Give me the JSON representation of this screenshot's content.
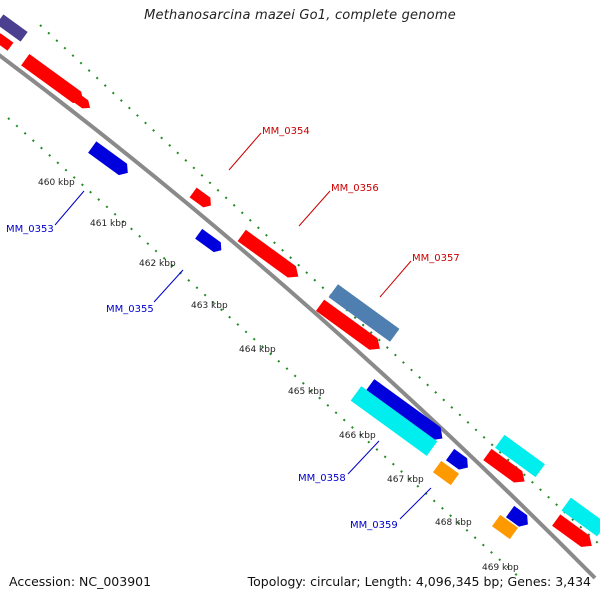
{
  "title": "Methanosarcina mazei Go1, complete genome",
  "accession": "Accession: NC_003901",
  "summary": "Topology: circular; Length: 4,096,345 bp; Genes: 3,434",
  "colors": {
    "backbone": "#8a8a8a",
    "tick": "#228b22",
    "forward_gene": "#ff0000",
    "reverse_gene": "#0000dd",
    "label_forward": "#cc0000",
    "label_reverse": "#0000cc",
    "cyan_feature": "#00eeee",
    "orange_feature": "#ff9900",
    "steel_feature": "#4f7fb0",
    "dark_feature": "#4b3f8f"
  },
  "kbp_labels": [
    "460 kbp",
    "461 kbp",
    "462 kbp",
    "463 kbp",
    "464 kbp",
    "465 kbp",
    "466 kbp",
    "467 kbp",
    "468 kbp",
    "469 kbp"
  ],
  "gene_labels": {
    "forward": [
      "MM_0354",
      "MM_0356",
      "MM_0357"
    ],
    "reverse": [
      "MM_0353",
      "MM_0355",
      "MM_0358",
      "MM_0359"
    ]
  }
}
